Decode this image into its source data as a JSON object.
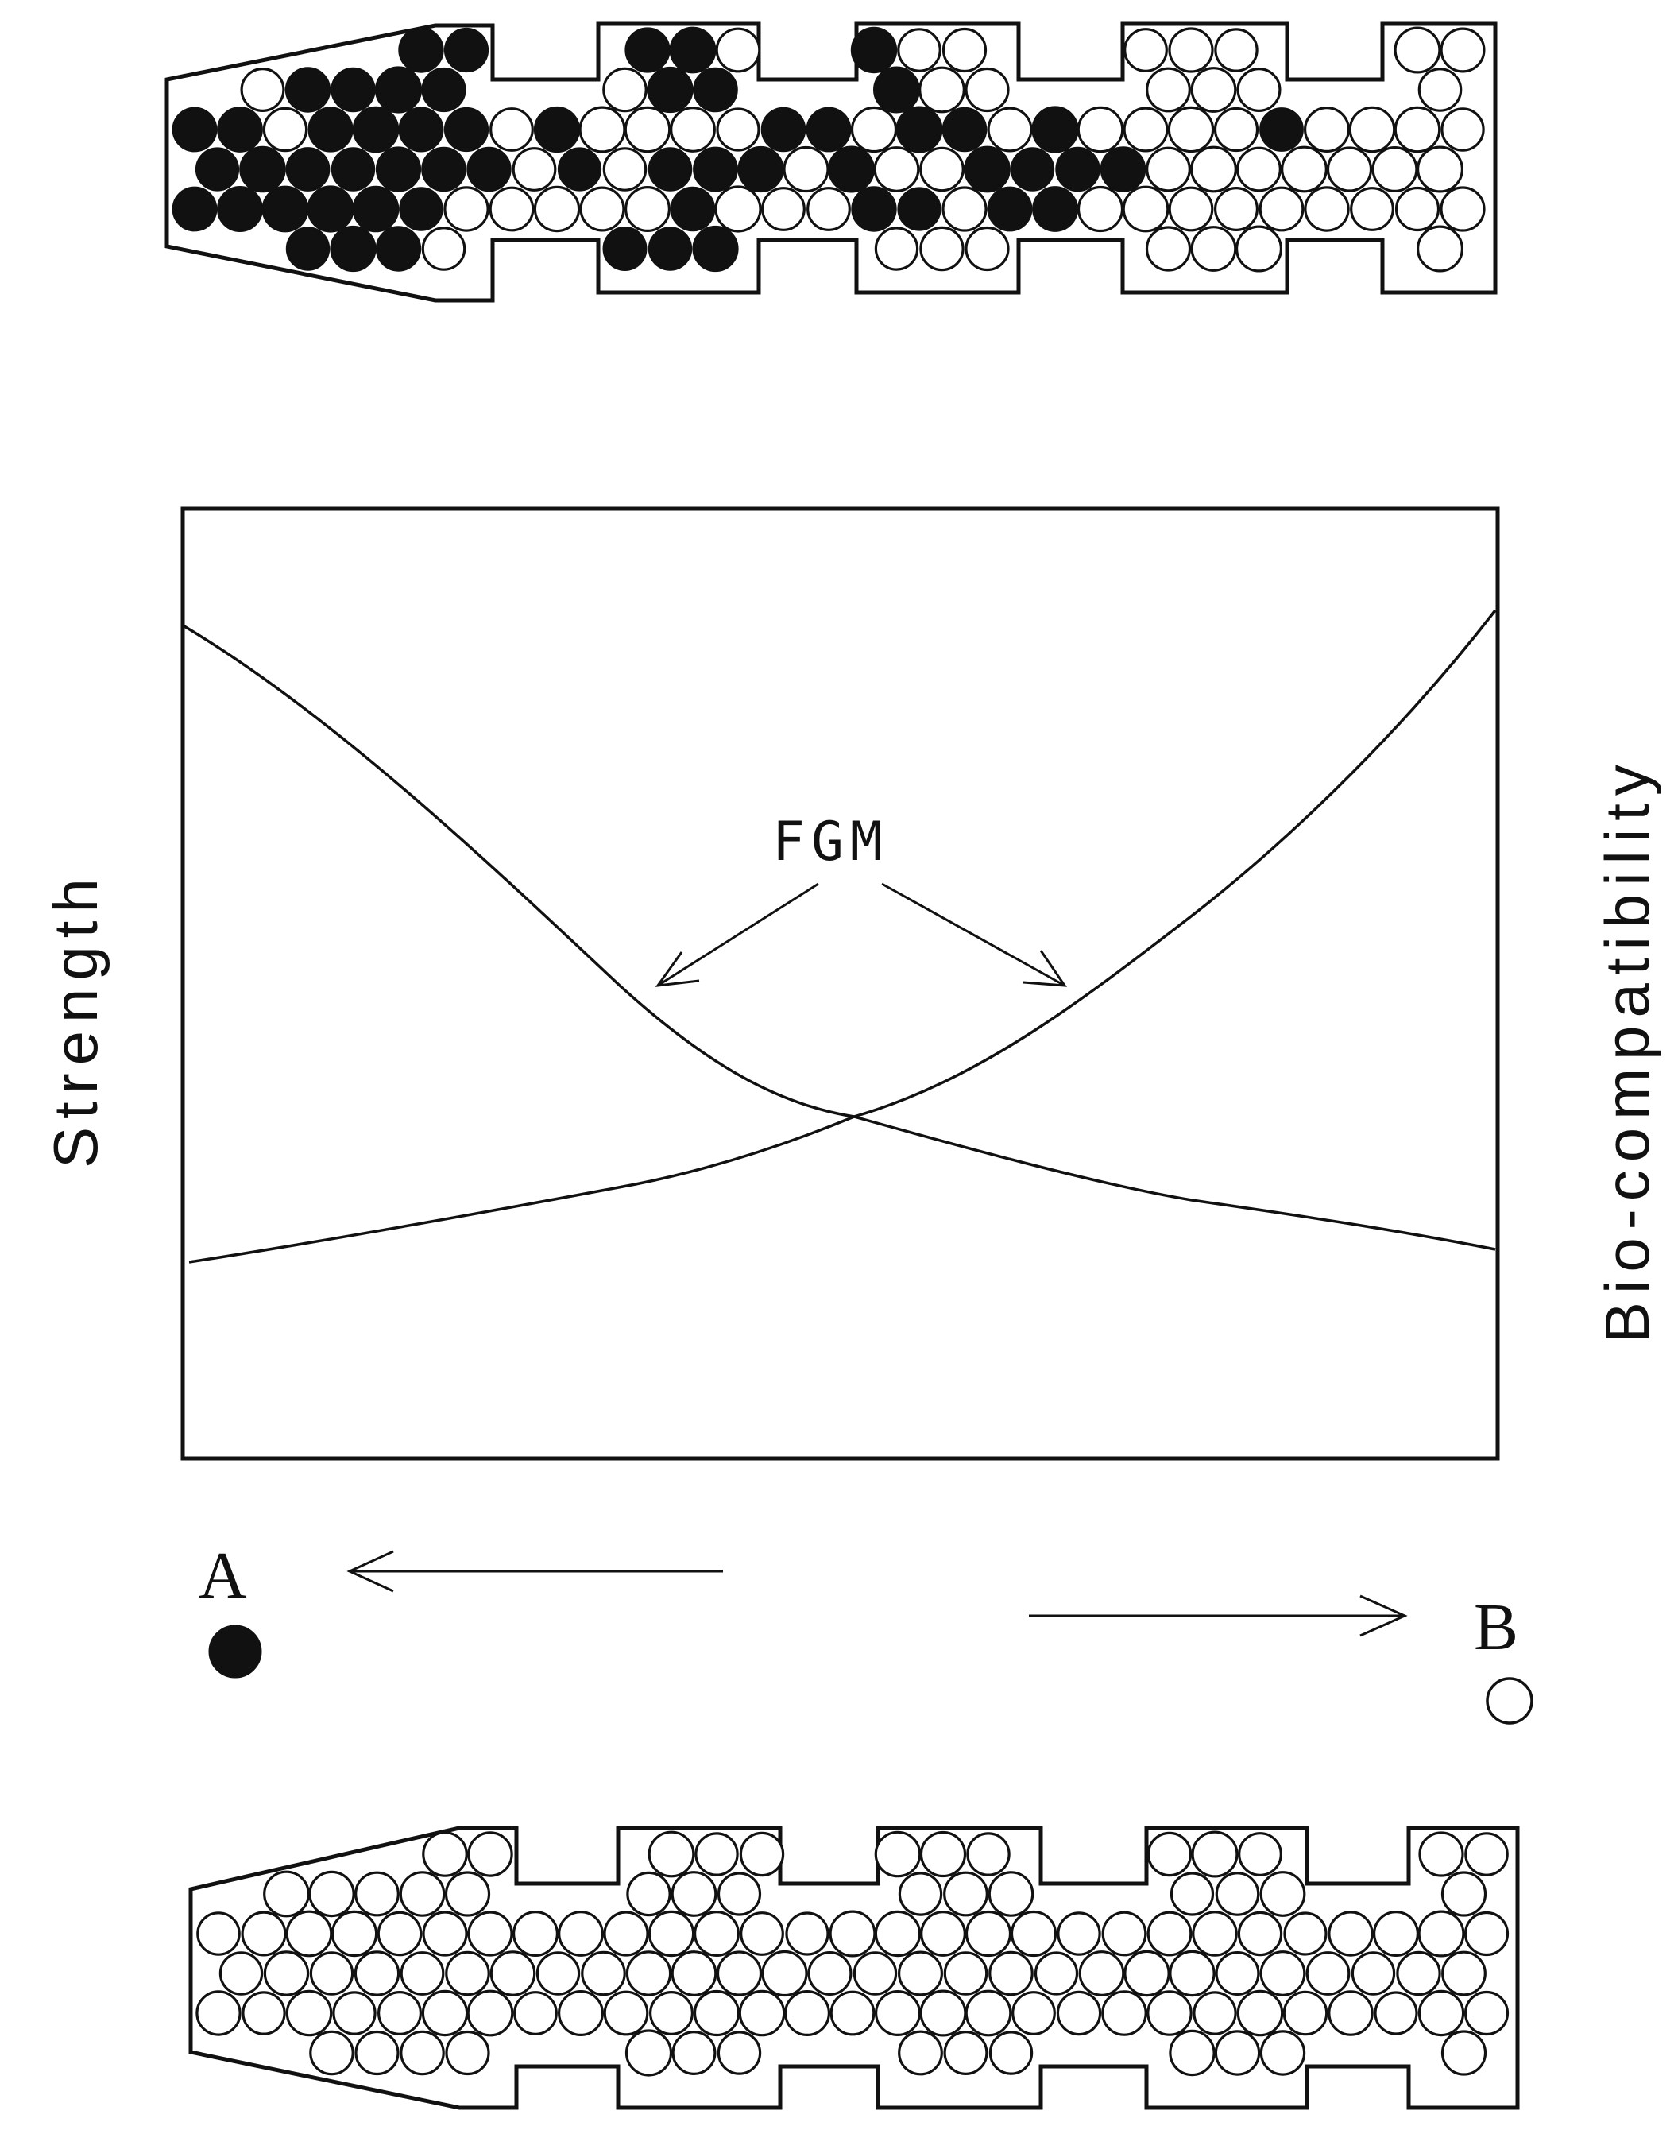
{
  "labels": {
    "fgm": "FGM",
    "strength": "Strength",
    "biocompatibility": "Bio-compatibility",
    "end_a": "A",
    "end_b": "B"
  },
  "legend": [
    {
      "label": "A",
      "marker": "filled-circle",
      "color": "#111111"
    },
    {
      "label": "B",
      "marker": "open-circle",
      "color": "#ffffff"
    }
  ],
  "implants": {
    "top": {
      "description": "graded",
      "dark_fraction_left_to_right": [
        0.9,
        0.65,
        0.5,
        0.35,
        0.2,
        0.08,
        0.0
      ]
    },
    "bottom": {
      "description": "uniform",
      "dark_fraction_left_to_right": [
        0,
        0,
        0,
        0,
        0,
        0,
        0
      ]
    }
  },
  "colors": {
    "ink": "#111111",
    "background": "#ffffff"
  }
}
